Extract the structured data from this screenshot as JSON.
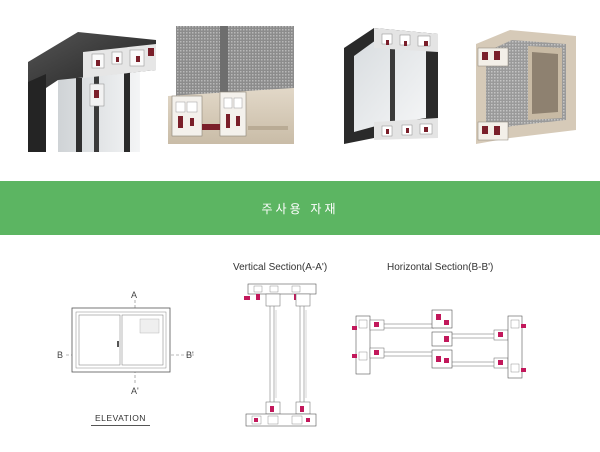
{
  "banner": {
    "title": "주사용 자재"
  },
  "drawings": {
    "elevation": {
      "label": "ELEVATION",
      "marker_a_top": "A",
      "marker_a_bottom": "A'",
      "marker_b_left": "B",
      "marker_b_right": "B'"
    },
    "vertical_section": {
      "title": "Vertical Section(A-A')"
    },
    "horizontal_section": {
      "title": "Horizontal Section(B-B')"
    }
  },
  "colors": {
    "banner": "#5cb562",
    "frame_dark": "#2b2b2b",
    "gasket_red": "#7a1f2a",
    "profile_light": "#e8e8e8",
    "profile_beige": "#d6cab8"
  }
}
